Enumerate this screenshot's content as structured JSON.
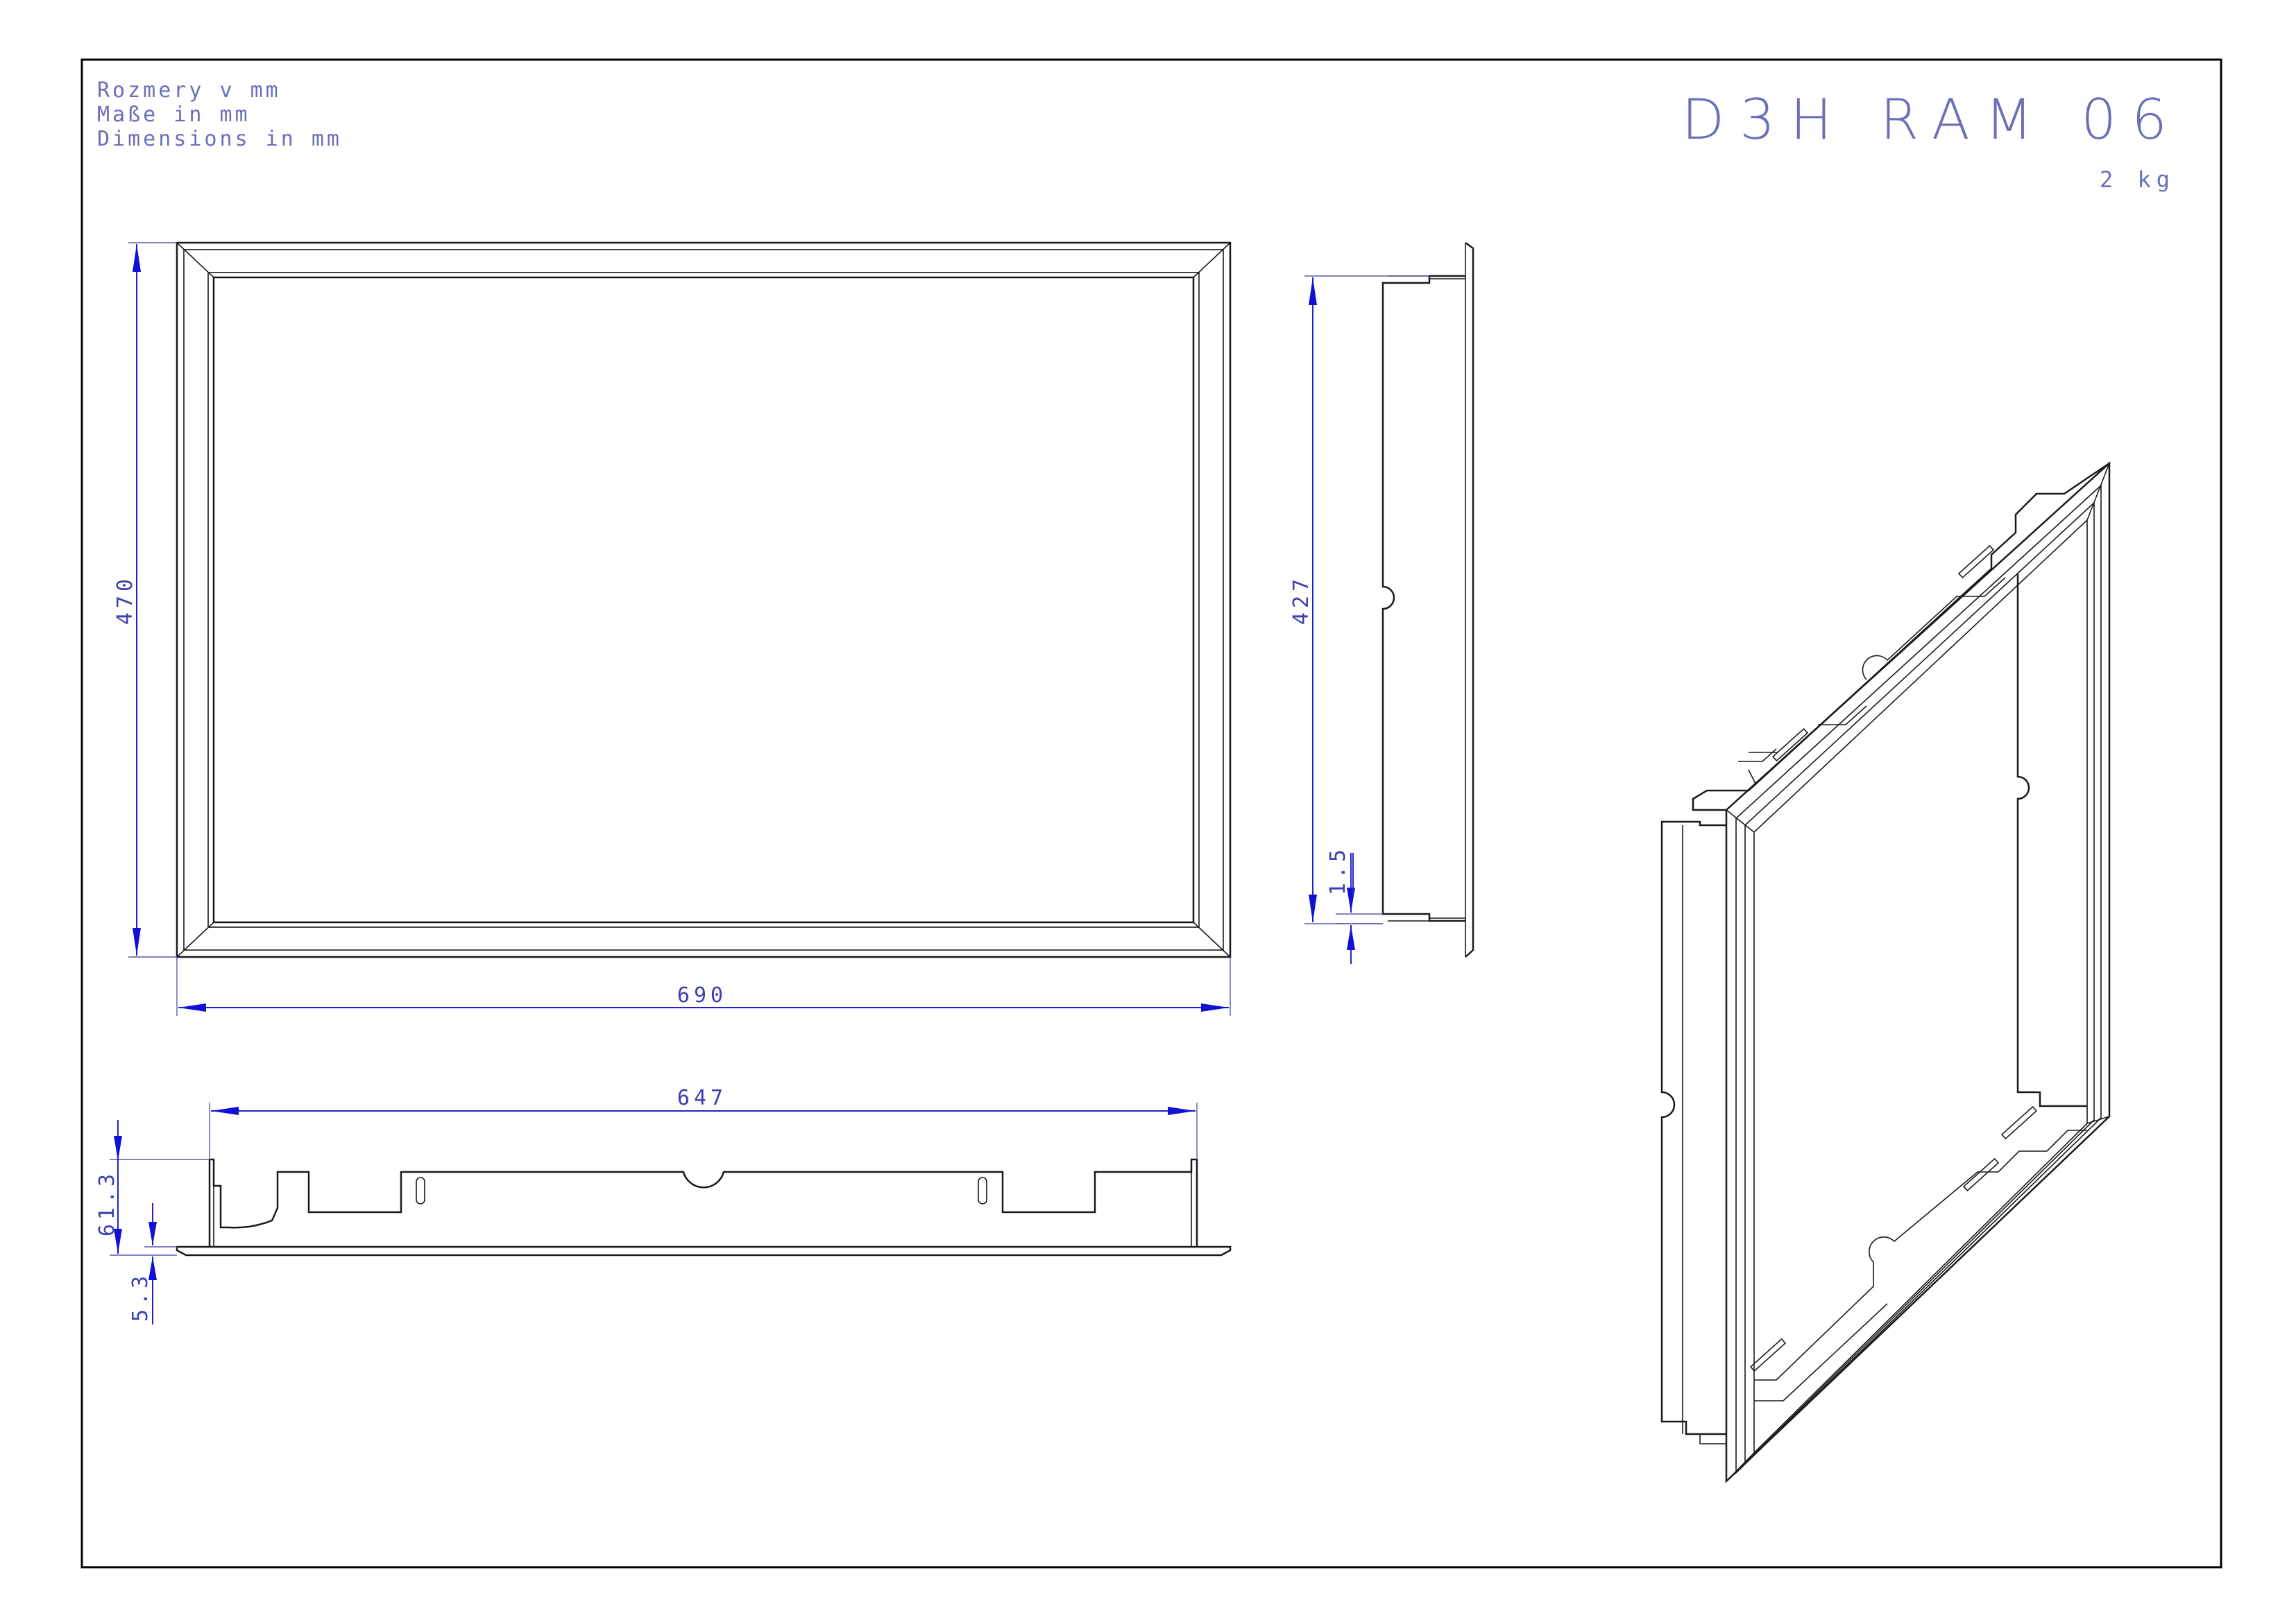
{
  "notes": {
    "line1": "Rozmery v mm",
    "line2": "Maße in mm",
    "line3": "Dimensions in mm"
  },
  "title": "D3H RAM 06",
  "weight": "2 kg",
  "dimensions": {
    "front_height": "470",
    "front_width": "690",
    "side_height": "427",
    "side_offset": "1.5",
    "top_width": "647",
    "top_depth": "61.3",
    "top_flange": "5.3"
  },
  "colors": {
    "line": "#1a1a1a",
    "dimension_line": "#2222cc",
    "dimension_text": "#3b3fb0",
    "border": "#000000"
  }
}
